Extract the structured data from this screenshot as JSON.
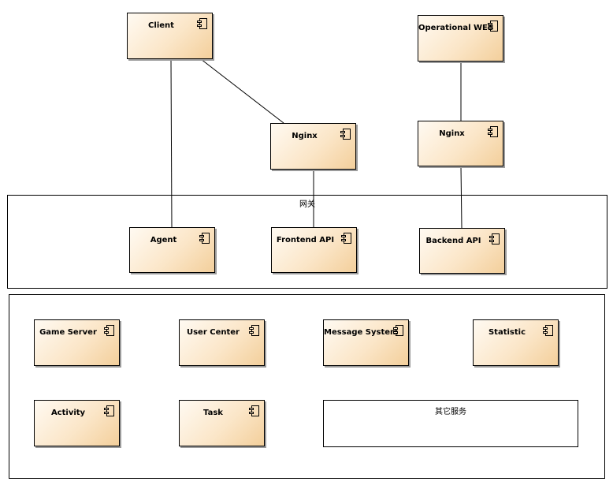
{
  "gateway_frame": {
    "label": "网关"
  },
  "services_frame": {
    "label": ""
  },
  "other_services_frame": {
    "label": "其它服务"
  },
  "components": {
    "client": "Client",
    "operational_web": "Operational WEB",
    "nginx_frontend": "Nginx",
    "nginx_backend": "Nginx",
    "agent": "Agent",
    "frontend_api": "Frontend API",
    "backend_api": "Backend API",
    "game_server": "Game Server",
    "user_center": "User Center",
    "message_system": "Message System",
    "statistic": "Statistic",
    "activity": "Activity",
    "task": "Task"
  },
  "connectors": [
    {
      "from": "client",
      "to": "agent"
    },
    {
      "from": "client",
      "to": "nginx_frontend"
    },
    {
      "from": "nginx_frontend",
      "to": "frontend_api"
    },
    {
      "from": "operational_web",
      "to": "nginx_backend"
    },
    {
      "from": "nginx_backend",
      "to": "backend_api"
    }
  ]
}
